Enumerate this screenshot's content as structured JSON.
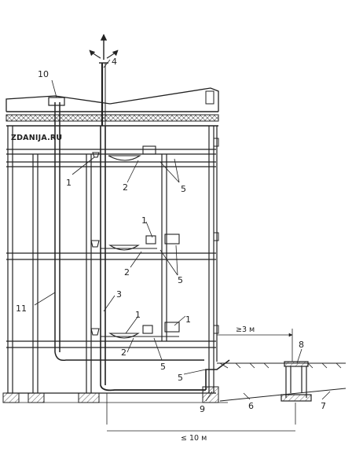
{
  "watermark": "ZDANIJA.RU",
  "callouts": [
    "1",
    "2",
    "3",
    "4",
    "5",
    "6",
    "7",
    "8",
    "9",
    "10",
    "11"
  ],
  "dimensions": {
    "distance_to_well": "≥3 м",
    "max_outlet_length": "≤ 10 м"
  }
}
